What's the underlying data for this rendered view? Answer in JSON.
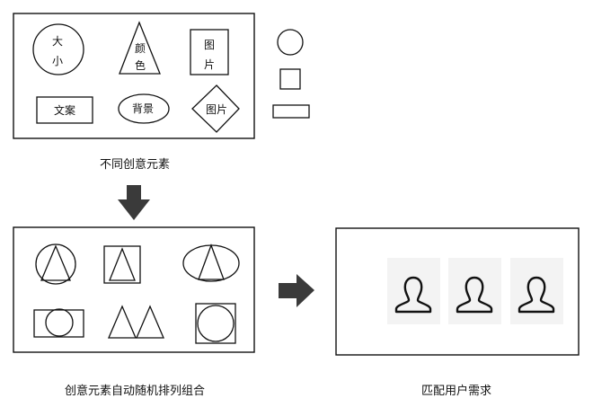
{
  "top_panel": {
    "size_label_1": "大",
    "size_label_2": "小",
    "color_label_1": "颜",
    "color_label_2": "色",
    "image_label_1": "图",
    "image_label_2": "片",
    "text_label": "文案",
    "background_label": "背景",
    "diamond_image_label": "图片"
  },
  "captions": {
    "creative_elements": "不同创意元素",
    "auto_combination": "创意元素自动随机排列组合",
    "match_user_needs": "匹配用户需求"
  },
  "colors": {
    "stroke": "#111111",
    "arrow": "#3a3a3a",
    "avatar_card": "#f3f3f3"
  },
  "icons": [
    "user-icon",
    "user-icon",
    "user-icon"
  ]
}
